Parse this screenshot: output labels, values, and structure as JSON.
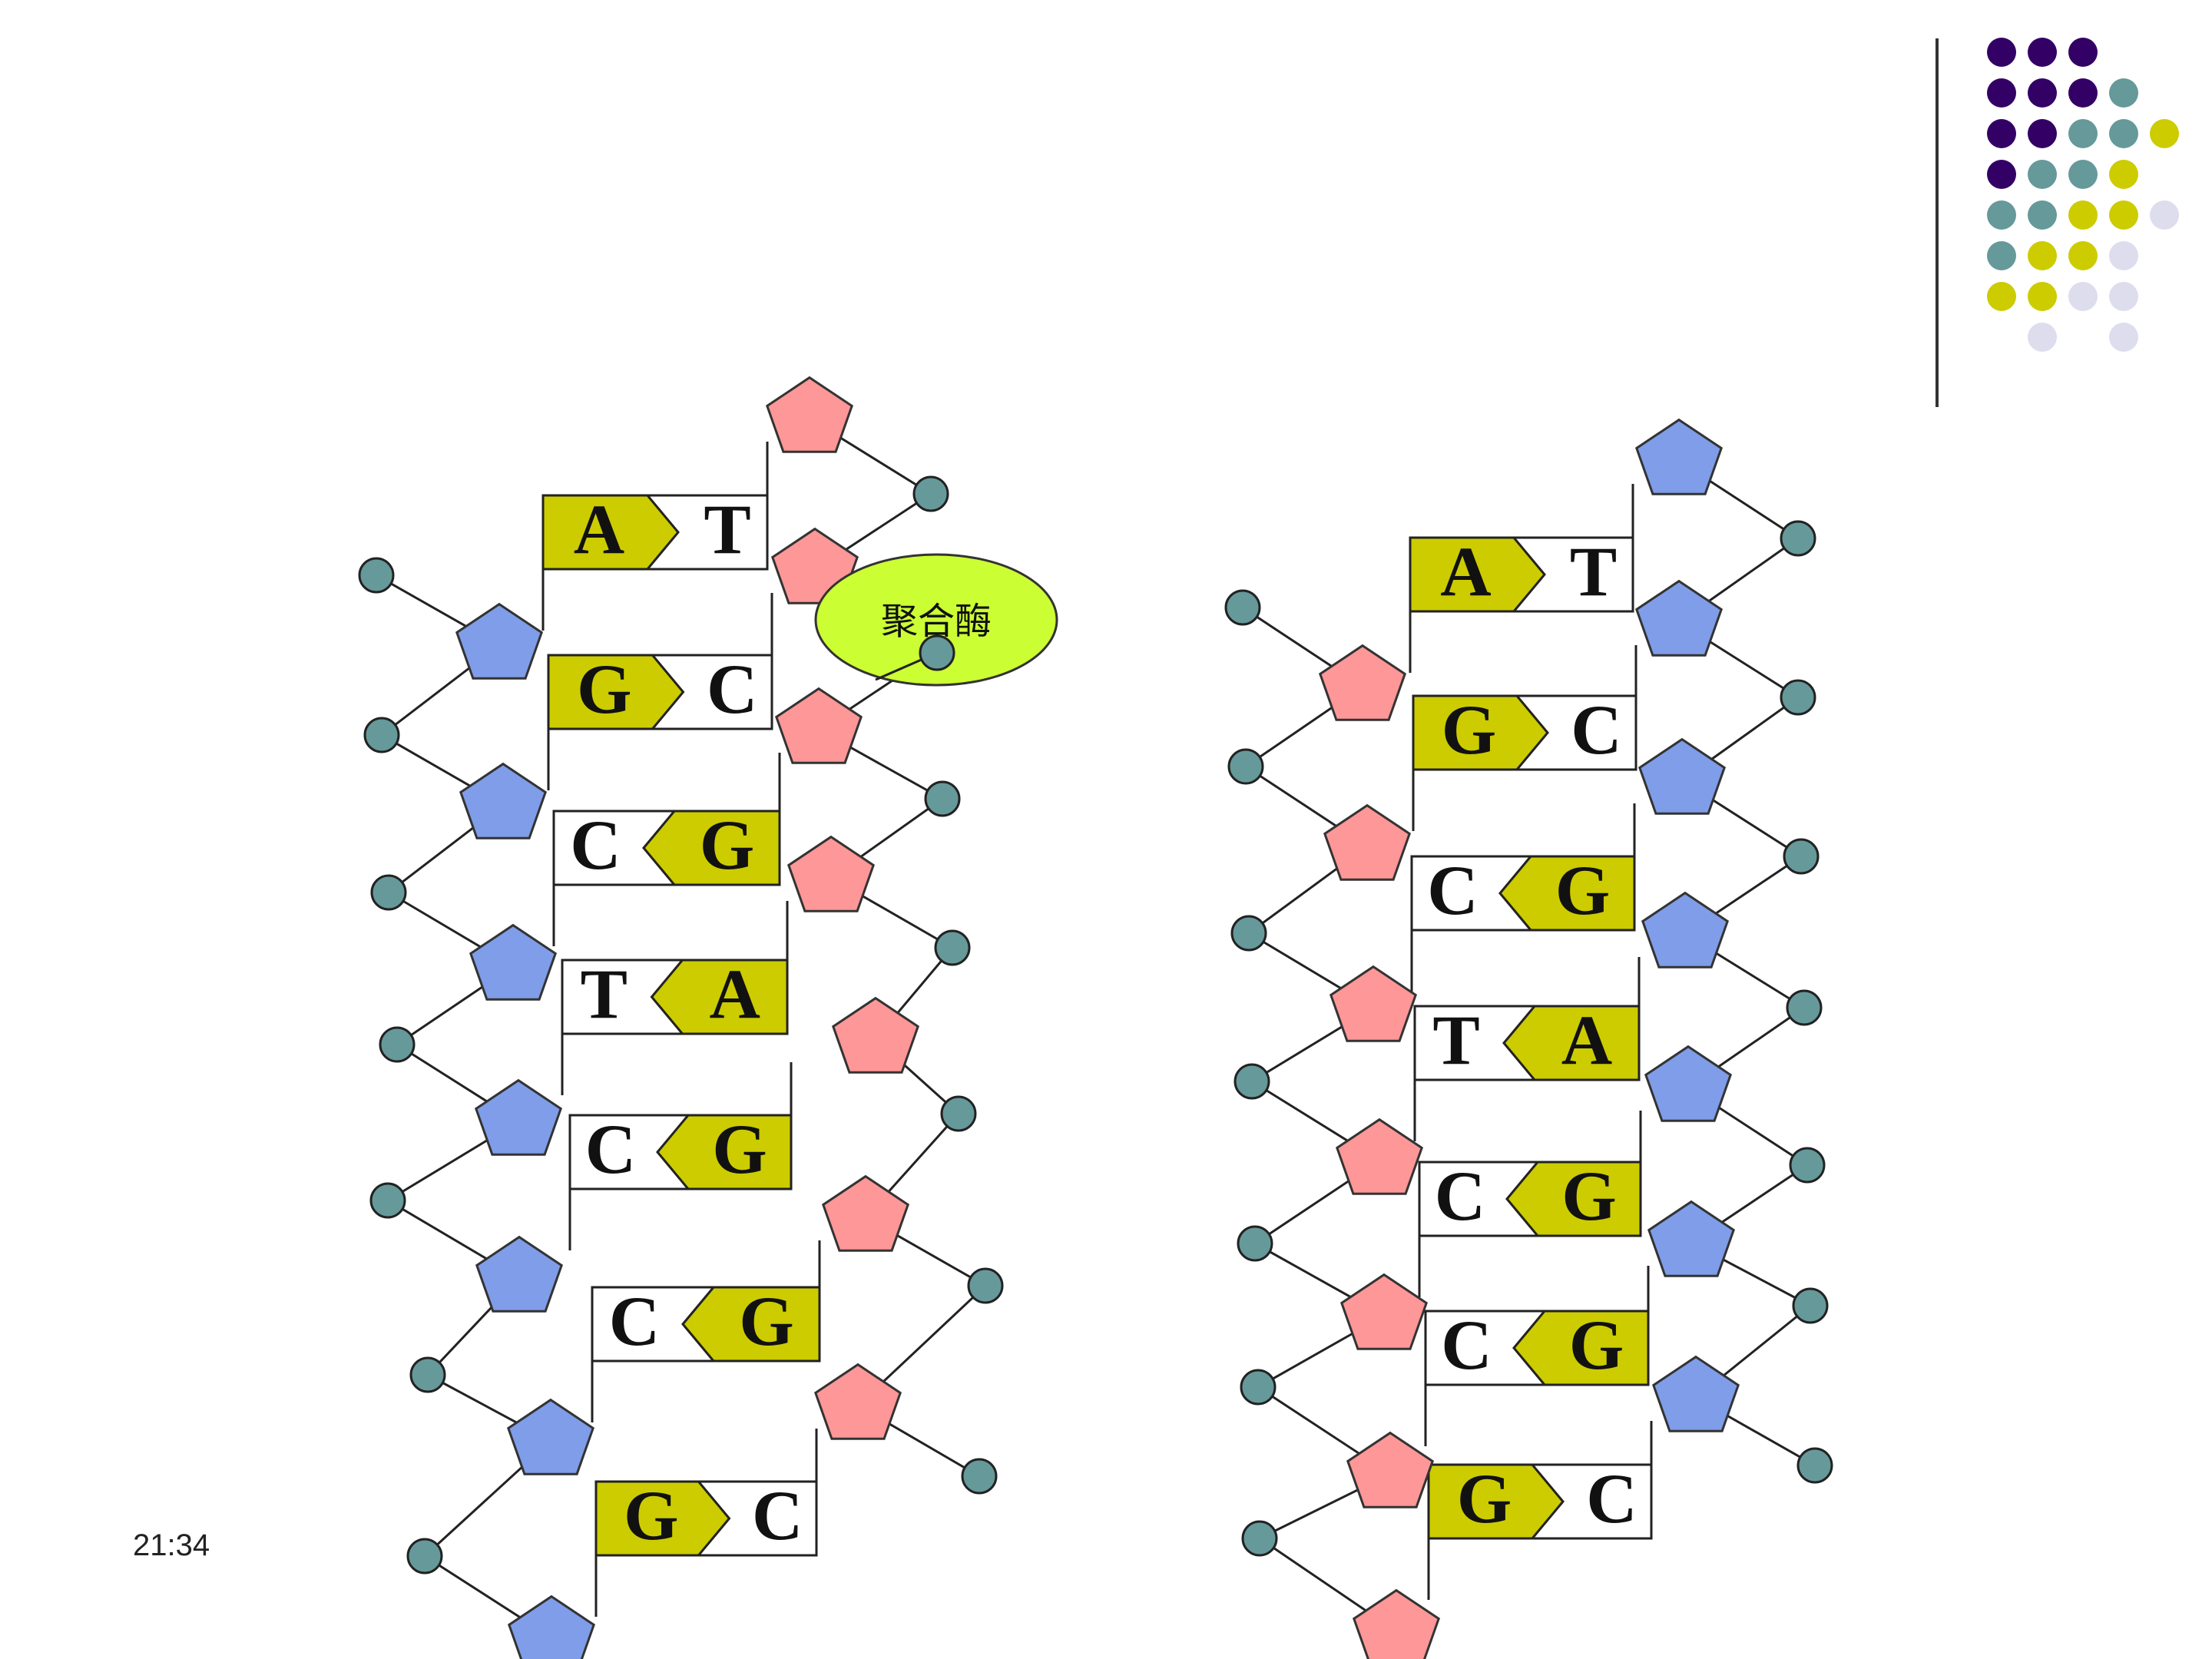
{
  "timestamp": "21:34",
  "enzyme_label": "聚合酶",
  "colors": {
    "backbone_left_sugar": "#7f9de8",
    "backbone_right_sugar": "#fe9797",
    "phosphate": "#66999a",
    "base_fill": "#cccc00",
    "enzyme_fill": "#ccff33",
    "dot_purple": "#330066",
    "dot_teal": "#669999",
    "dot_yellow": "#cccc00",
    "dot_lavender": "#ddddee"
  },
  "left_pairs": [
    {
      "left": "A",
      "right": "T",
      "arrow": "right"
    },
    {
      "left": "G",
      "right": "C",
      "arrow": "right"
    },
    {
      "left": "C",
      "right": "G",
      "arrow": "left"
    },
    {
      "left": "T",
      "right": "A",
      "arrow": "left"
    },
    {
      "left": "C",
      "right": "G",
      "arrow": "left"
    },
    {
      "left": "C",
      "right": "G",
      "arrow": "left"
    },
    {
      "left": "G",
      "right": "C",
      "arrow": "right"
    }
  ],
  "right_pairs": [
    {
      "left": "A",
      "right": "T",
      "arrow": "right"
    },
    {
      "left": "G",
      "right": "C",
      "arrow": "right"
    },
    {
      "left": "C",
      "right": "G",
      "arrow": "left"
    },
    {
      "left": "T",
      "right": "A",
      "arrow": "left"
    },
    {
      "left": "C",
      "right": "G",
      "arrow": "left"
    },
    {
      "left": "C",
      "right": "G",
      "arrow": "left"
    },
    {
      "left": "G",
      "right": "C",
      "arrow": "right"
    }
  ]
}
